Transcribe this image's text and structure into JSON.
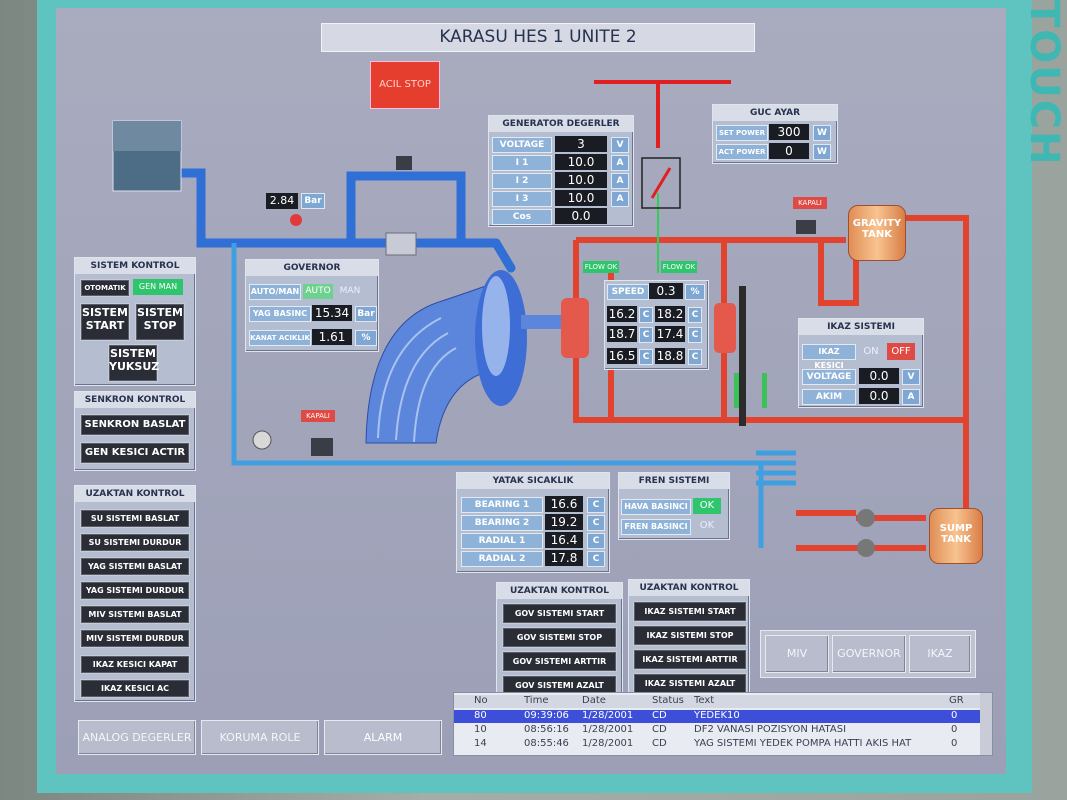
{
  "brand": "TOUCH",
  "header": {
    "title": "KARASU HES 1  UNITE 2",
    "acil_stop": "ACIL STOP"
  },
  "pressure": {
    "value": "2.84",
    "unit": "Bar"
  },
  "generator": {
    "title": "GENERATOR DEGERLER",
    "rows": [
      {
        "label": "VOLTAGE",
        "value": "3",
        "unit": "V"
      },
      {
        "label": "I 1",
        "value": "10.0",
        "unit": "A"
      },
      {
        "label": "I 2",
        "value": "10.0",
        "unit": "A"
      },
      {
        "label": "I 3",
        "value": "10.0",
        "unit": "A"
      },
      {
        "label": "Cos",
        "value": "0.0",
        "unit": ""
      }
    ]
  },
  "guc": {
    "title": "GUC AYAR",
    "set_label": "SET POWER",
    "set_value": "300",
    "set_unit": "W",
    "act_label": "ACT POWER",
    "act_value": "0",
    "act_unit": "W"
  },
  "sistem": {
    "title": "SISTEM KONTROL",
    "otomatik": "OTOMATIK",
    "gen_man": "GEN MAN",
    "start": "SISTEM START",
    "stop": "SISTEM STOP",
    "yuksuz": "SISTEM YUKSUZ"
  },
  "senkron": {
    "title": "SENKRON KONTROL",
    "baslat": "SENKRON BASLAT",
    "actir": "GEN KESICI ACTIR"
  },
  "uzaktan_left": {
    "title": "UZAKTAN KONTROL",
    "buttons": [
      "SU SISTEMI BASLAT",
      "SU SISTEMI DURDUR",
      "YAG SISTEMI BASLAT",
      "YAG SISTEMI DURDUR",
      "MIV SISTEMI  BASLAT",
      "MIV SISTEMI DURDUR",
      "IKAZ KESICI KAPAT",
      "IKAZ KESICI AC"
    ]
  },
  "governor": {
    "title": "GOVERNOR",
    "automan": "AUTO/MAN",
    "auto": "AUTO",
    "man": "MAN",
    "yag_label": "YAG BASINC",
    "yag_value": "15.34",
    "yag_unit": "Bar",
    "kanat_label": "KANAT ACIKLIK",
    "kanat_value": "1.61",
    "kanat_unit": "%"
  },
  "flow": {
    "flow1": "FLOW OK",
    "flow2": "FLOW OK"
  },
  "speed": {
    "label": "SPEED",
    "value": "0.3",
    "unit": "%",
    "temps": [
      [
        "16.2",
        "C",
        "18.2",
        "C"
      ],
      [
        "18.7",
        "C",
        "17.4",
        "C"
      ],
      [
        "16.5",
        "C",
        "18.8",
        "C"
      ]
    ]
  },
  "ikaz": {
    "title": "IKAZ SISTEMI",
    "kesici": "IKAZ KESICI",
    "on": "ON",
    "off": "OFF",
    "voltage_label": "VOLTAGE",
    "voltage_value": "0.0",
    "voltage_unit": "V",
    "akim_label": "AKIM",
    "akim_value": "0.0",
    "akim_unit": "A"
  },
  "gravity": "GRAVITY TANK",
  "sump": "SUMP TANK",
  "kapali": "KAPALI",
  "yatak": {
    "title": "YATAK SICAKLIK",
    "rows": [
      {
        "label": "BEARING 1",
        "value": "16.6",
        "unit": "C"
      },
      {
        "label": "BEARING 2",
        "value": "19.2",
        "unit": "C"
      },
      {
        "label": "RADIAL 1",
        "value": "16.4",
        "unit": "C"
      },
      {
        "label": "RADIAL 2",
        "value": "17.8",
        "unit": "C"
      }
    ]
  },
  "fren": {
    "title": "FREN SISTEMI",
    "hava_label": "HAVA BASINCI",
    "hava_value": "OK",
    "fren_label": "FREN BASINCI",
    "fren_value": "OK"
  },
  "uz_gov": {
    "title": "UZAKTAN KONTROL",
    "buttons": [
      "GOV SISTEMI START",
      "GOV SISTEMI STOP",
      "GOV SISTEMI ARTTIR",
      "GOV SISTEMI AZALT"
    ]
  },
  "uz_ikaz": {
    "title": "UZAKTAN KONTROL",
    "buttons": [
      "IKAZ SISTEMI START",
      "IKAZ SISTEMI STOP",
      "IKAZ SISTEMI ARTTIR",
      "IKAZ SISTEMI AZALT"
    ]
  },
  "nav": {
    "miv": "MIV",
    "governor": "GOVERNOR",
    "ikaz": "IKAZ"
  },
  "bottom": {
    "analog": "ANALOG DEGERLER",
    "koruma": "KORUMA ROLE",
    "alarm": "ALARM"
  },
  "alarms": {
    "headers": [
      "No",
      "Time",
      "Date",
      "Status",
      "Text",
      "GR"
    ],
    "rows": [
      [
        "80",
        "09:39:06",
        "1/28/2001",
        "CD",
        "YEDEK10",
        "0"
      ],
      [
        "10",
        "08:56:16",
        "1/28/2001",
        "CD",
        "DF2 VANASI POZISYON HATASI",
        "0"
      ],
      [
        "14",
        "08:55:46",
        "1/28/2001",
        "CD",
        "YAG SISTEMI YEDEK POMPA HATTI AKIS HAT",
        "0"
      ]
    ]
  }
}
